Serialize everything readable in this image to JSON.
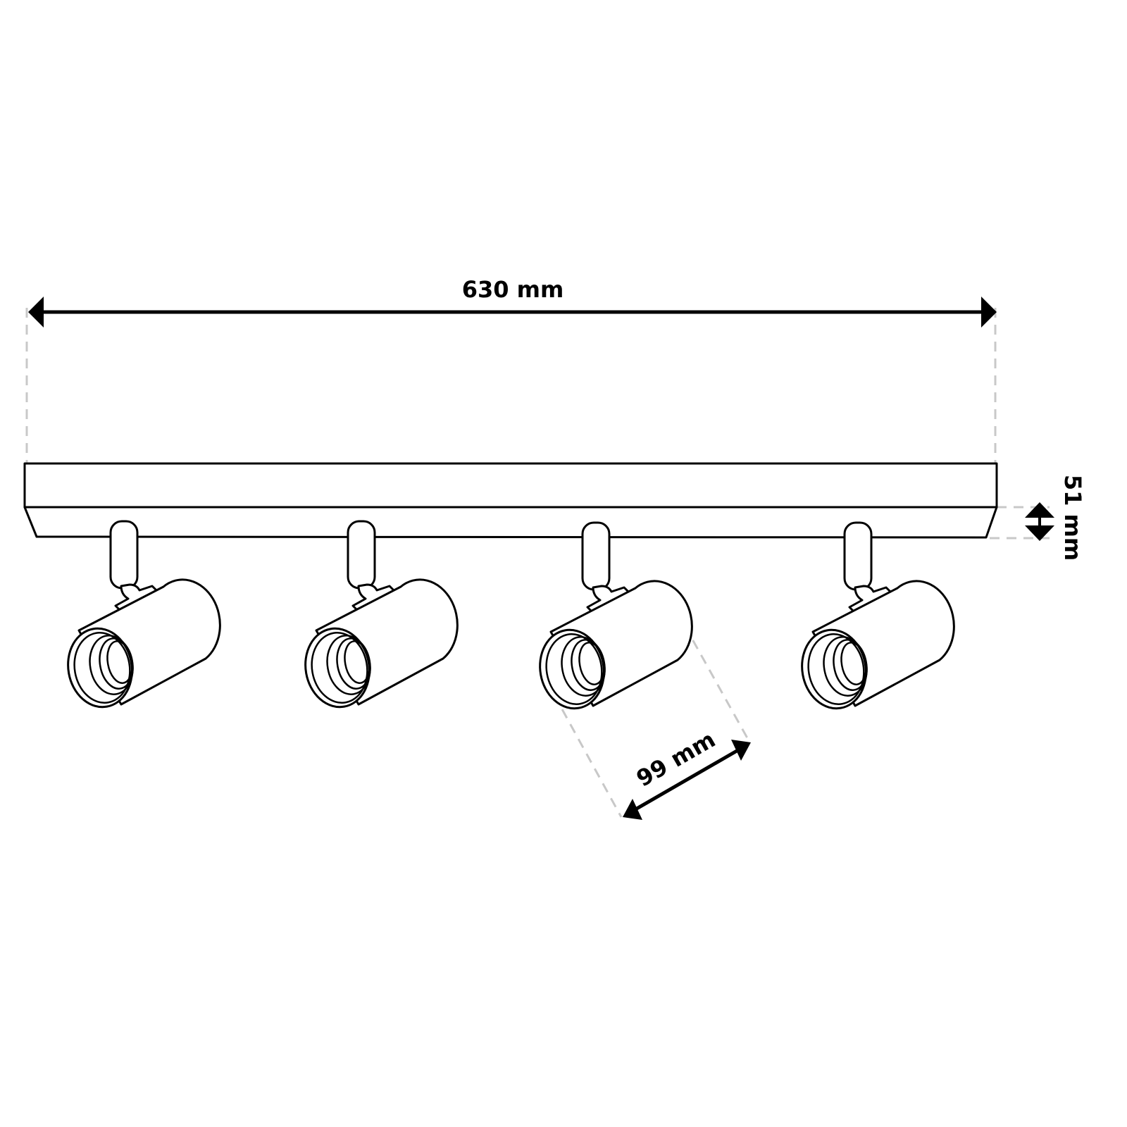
{
  "dimensions": {
    "length": "630 mm",
    "height": "51 mm",
    "spot_length": "99 mm"
  },
  "spotlight_count": 4,
  "colors": {
    "line": "#000000",
    "guide": "#c8c8c8",
    "background": "#ffffff"
  }
}
